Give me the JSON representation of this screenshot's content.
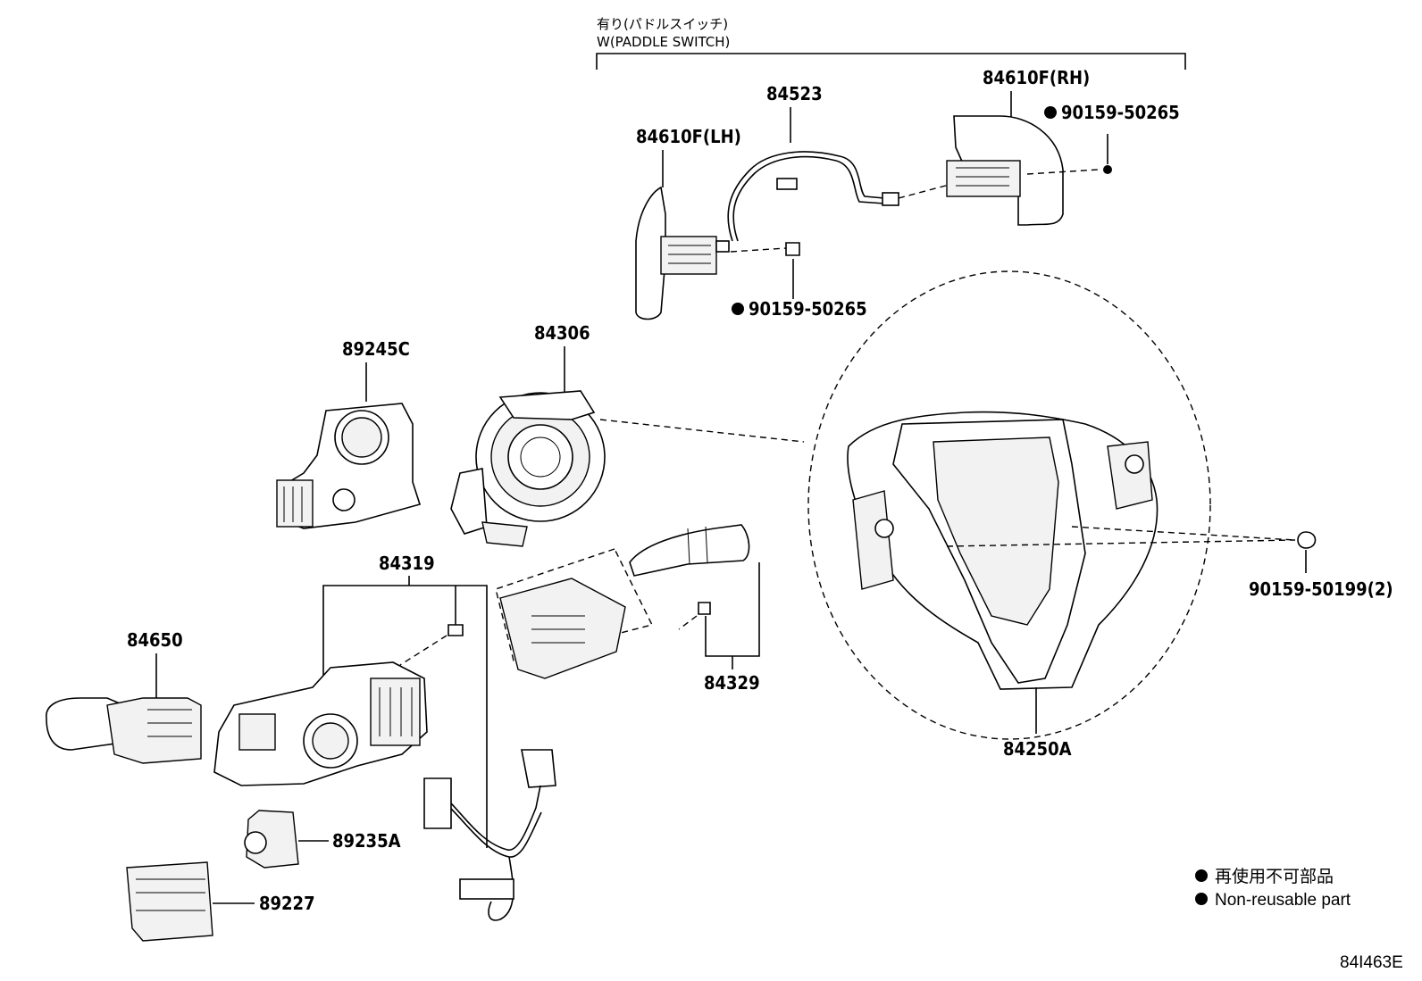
{
  "header": {
    "jp": "有り(パドルスイッチ)",
    "en": "W(PADDLE SWITCH)"
  },
  "parts": {
    "p84523": "84523",
    "p84610F_RH": "84610F(RH)",
    "p84610F_LH": "84610F(LH)",
    "p90159_50265_a": "90159-50265",
    "p90159_50265_b": "90159-50265",
    "p89245C": "89245C",
    "p84306": "84306",
    "p84319": "84319",
    "p84650": "84650",
    "p84329": "84329",
    "p90159_50199": "90159-50199(2)",
    "p84250A": "84250A",
    "p89235A": "89235A",
    "p89227": "89227"
  },
  "legend": {
    "jp": "再使用不可部品",
    "en": "Non-reusable part"
  },
  "figure_id": "84I463E",
  "icons": {
    "non_reusable": "filled-circle-icon"
  }
}
